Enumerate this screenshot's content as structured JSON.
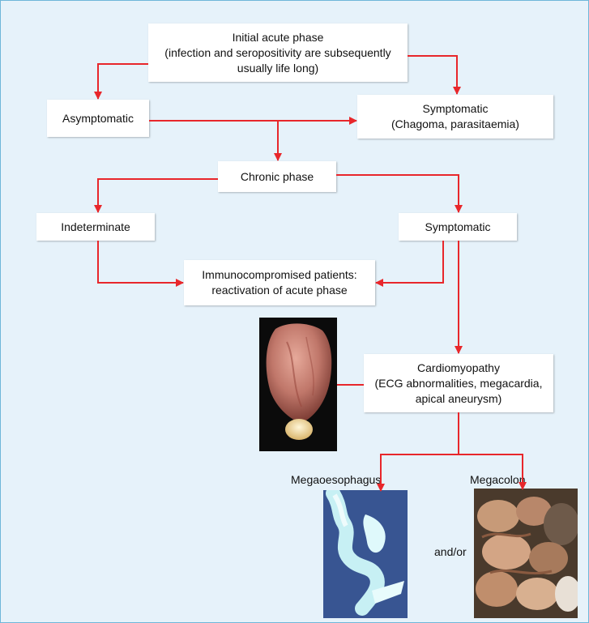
{
  "nodes": {
    "initial": [
      "Initial acute phase",
      "(infection and seropositivity are subsequently",
      "usually life long)"
    ],
    "asymptomatic": [
      "Asymptomatic"
    ],
    "symptomatic_acute": [
      "Symptomatic",
      "(Chagoma, parasitaemia)"
    ],
    "chronic": [
      "Chronic phase"
    ],
    "indeterminate": [
      "Indeterminate"
    ],
    "symptomatic_chronic": [
      "Symptomatic"
    ],
    "immuno": [
      "Immunocompromised patients:",
      "reactivation of acute phase"
    ],
    "cardio": [
      "Cardiomyopathy",
      "(ECG abnormalities, megacardia,",
      "apical aneurysm)"
    ]
  },
  "labels": {
    "megaoesophagus": "Megaoesophagus",
    "megacolon": "Megacolon",
    "andor": "and/or"
  },
  "colors": {
    "arrow": "#e8272b",
    "background": "#e6f2fa",
    "border": "#6fb6d9"
  },
  "images": {
    "heart": "heart-specimen-photo",
    "oesophagus": "barium-oesophagus-xray",
    "colon": "colon-specimen-photo"
  }
}
